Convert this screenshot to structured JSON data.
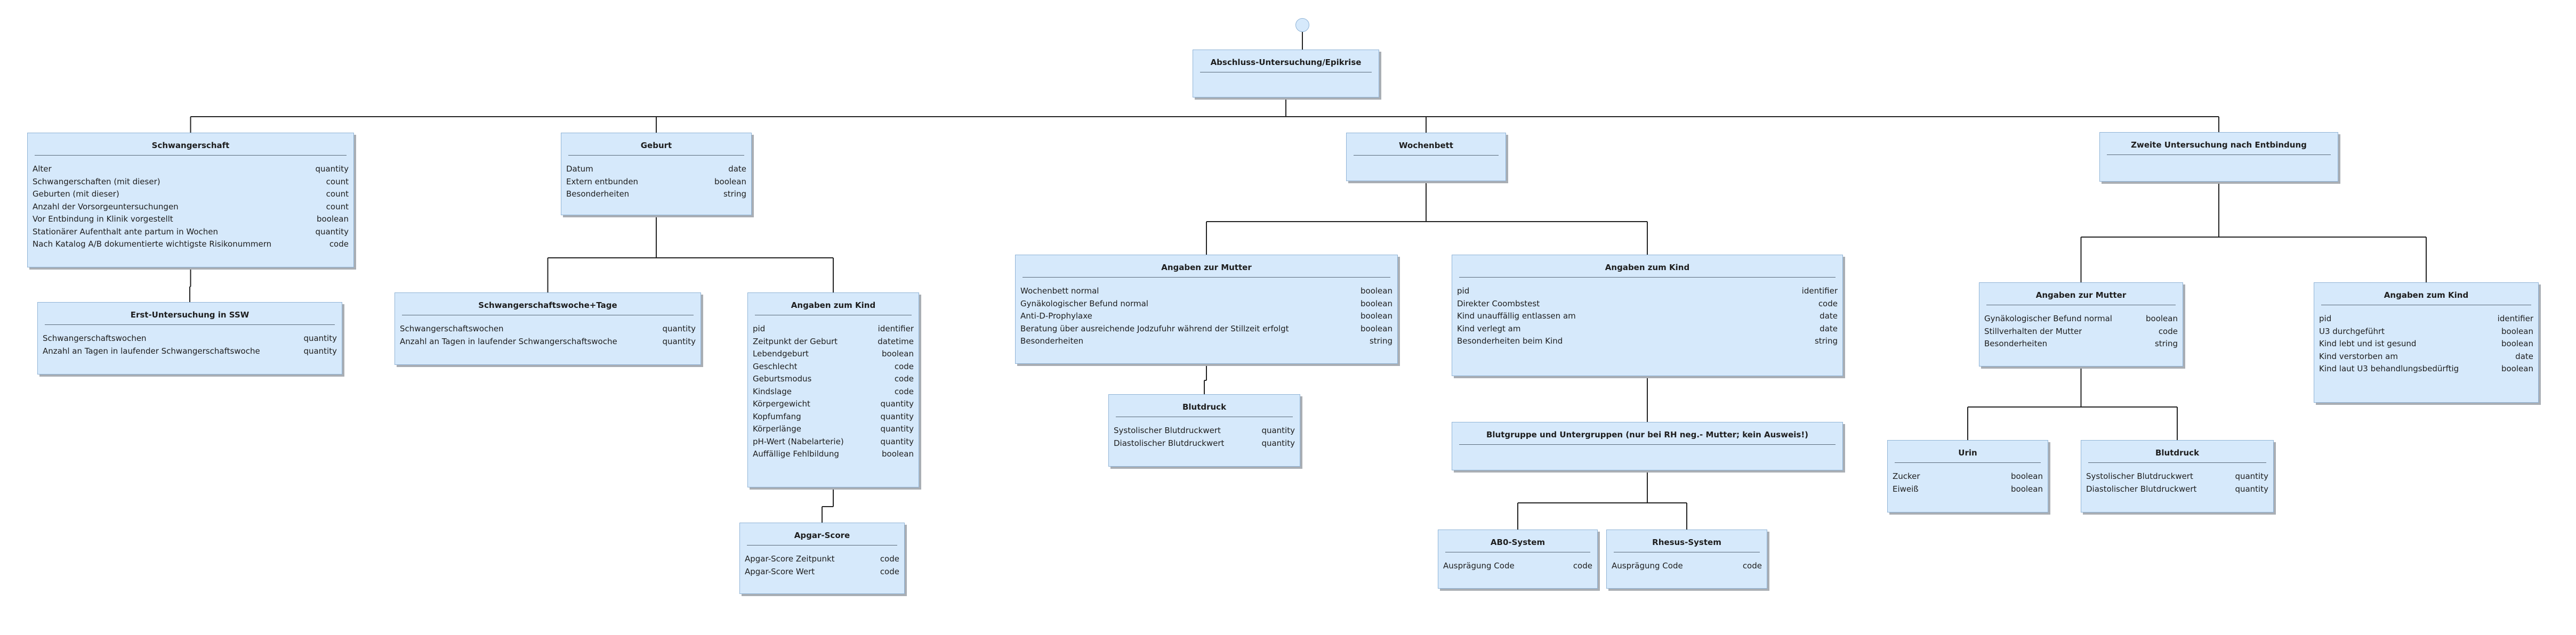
{
  "diagram": {
    "nodes": [
      {
        "id": "root",
        "title": "Abschluss-Untersuchung/Epikrise",
        "rows": []
      },
      {
        "id": "schwangerschaft",
        "title": "Schwangerschaft",
        "rows": [
          {
            "label": "Alter",
            "type": "quantity"
          },
          {
            "label": "Schwangerschaften (mit dieser)",
            "type": "count"
          },
          {
            "label": "Geburten (mit dieser)",
            "type": "count"
          },
          {
            "label": "Anzahl der Vorsorgeuntersuchungen",
            "type": "count"
          },
          {
            "label": "Vor Entbindung in Klinik vorgestellt",
            "type": "boolean"
          },
          {
            "label": "Stationärer Aufenthalt ante partum in Wochen",
            "type": "quantity"
          },
          {
            "label": "Nach Katalog A/B dokumentierte wichtigste Risikonummern",
            "type": "code"
          }
        ]
      },
      {
        "id": "erst",
        "title": "Erst-Untersuchung in SSW",
        "rows": [
          {
            "label": "Schwangerschaftswochen",
            "type": "quantity"
          },
          {
            "label": "Anzahl an Tagen in laufender Schwangerschaftswoche",
            "type": "quantity"
          }
        ]
      },
      {
        "id": "geburt",
        "title": "Geburt",
        "rows": [
          {
            "label": "Datum",
            "type": "date"
          },
          {
            "label": "Extern entbunden",
            "type": "boolean"
          },
          {
            "label": "Besonderheiten",
            "type": "string"
          }
        ]
      },
      {
        "id": "sswtage",
        "title": "Schwangerschaftswoche+Tage",
        "rows": [
          {
            "label": "Schwangerschaftswochen",
            "type": "quantity"
          },
          {
            "label": "Anzahl an Tagen in laufender Schwangerschaftswoche",
            "type": "quantity"
          }
        ]
      },
      {
        "id": "kind_geburt",
        "title": "Angaben zum Kind",
        "rows": [
          {
            "label": "pid",
            "type": "identifier"
          },
          {
            "label": "Zeitpunkt der Geburt",
            "type": "datetime"
          },
          {
            "label": "Lebendgeburt",
            "type": "boolean"
          },
          {
            "label": "Geschlecht",
            "type": "code"
          },
          {
            "label": "Geburtsmodus",
            "type": "code"
          },
          {
            "label": "Kindslage",
            "type": "code"
          },
          {
            "label": "Körpergewicht",
            "type": "quantity"
          },
          {
            "label": "Kopfumfang",
            "type": "quantity"
          },
          {
            "label": "Körperlänge",
            "type": "quantity"
          },
          {
            "label": "pH-Wert (Nabelarterie)",
            "type": "quantity"
          },
          {
            "label": "Auffällige Fehlbildung",
            "type": "boolean"
          }
        ]
      },
      {
        "id": "apgar",
        "title": "Apgar-Score",
        "rows": [
          {
            "label": "Apgar-Score Zeitpunkt",
            "type": "code"
          },
          {
            "label": "Apgar-Score Wert",
            "type": "code"
          }
        ]
      },
      {
        "id": "wochenbett",
        "title": "Wochenbett",
        "rows": []
      },
      {
        "id": "mutter_wb",
        "title": "Angaben zur Mutter",
        "rows": [
          {
            "label": "Wochenbett normal",
            "type": "boolean"
          },
          {
            "label": "Gynäkologischer Befund normal",
            "type": "boolean"
          },
          {
            "label": "Anti-D-Prophylaxe",
            "type": "boolean"
          },
          {
            "label": "Beratung über ausreichende Jodzufuhr während der Stillzeit erfolgt",
            "type": "boolean"
          },
          {
            "label": "Besonderheiten",
            "type": "string"
          }
        ]
      },
      {
        "id": "blutdruck_wb",
        "title": "Blutdruck",
        "rows": [
          {
            "label": "Systolischer Blutdruckwert",
            "type": "quantity"
          },
          {
            "label": "Diastolischer Blutdruckwert",
            "type": "quantity"
          }
        ]
      },
      {
        "id": "kind_wb",
        "title": "Angaben zum Kind",
        "rows": [
          {
            "label": "pid",
            "type": "identifier"
          },
          {
            "label": "Direkter Coombstest",
            "type": "code"
          },
          {
            "label": "Kind unauffällig entlassen am",
            "type": "date"
          },
          {
            "label": "Kind verlegt am",
            "type": "date"
          },
          {
            "label": "Besonderheiten beim Kind",
            "type": "string"
          }
        ]
      },
      {
        "id": "blutgruppe",
        "title": "Blutgruppe und Untergruppen (nur bei RH neg.- Mutter; kein Ausweis!)",
        "rows": []
      },
      {
        "id": "abo",
        "title": "AB0-System",
        "rows": [
          {
            "label": "Ausprägung Code",
            "type": "code"
          }
        ]
      },
      {
        "id": "rhesus",
        "title": "Rhesus-System",
        "rows": [
          {
            "label": "Ausprägung Code",
            "type": "code"
          }
        ]
      },
      {
        "id": "zweite",
        "title": "Zweite Untersuchung nach Entbindung",
        "rows": []
      },
      {
        "id": "mutter_zw",
        "title": "Angaben zur Mutter",
        "rows": [
          {
            "label": "Gynäkologischer Befund normal",
            "type": "boolean"
          },
          {
            "label": "Stillverhalten der Mutter",
            "type": "code"
          },
          {
            "label": "Besonderheiten",
            "type": "string"
          }
        ]
      },
      {
        "id": "urin",
        "title": "Urin",
        "rows": [
          {
            "label": "Zucker",
            "type": "boolean"
          },
          {
            "label": "Eiweiß",
            "type": "boolean"
          }
        ]
      },
      {
        "id": "blutdruck_zw",
        "title": "Blutdruck",
        "rows": [
          {
            "label": "Systolischer Blutdruckwert",
            "type": "quantity"
          },
          {
            "label": "Diastolischer Blutdruckwert",
            "type": "quantity"
          }
        ]
      },
      {
        "id": "kind_zw",
        "title": "Angaben zum Kind",
        "rows": [
          {
            "label": "pid",
            "type": "identifier"
          },
          {
            "label": "U3 durchgeführt",
            "type": "boolean"
          },
          {
            "label": "Kind lebt und ist gesund",
            "type": "boolean"
          },
          {
            "label": "Kind verstorben am",
            "type": "date"
          },
          {
            "label": "Kind laut U3 behandlungsbedürftig",
            "type": "boolean"
          }
        ]
      }
    ],
    "edges": [
      [
        "root",
        "schwangerschaft"
      ],
      [
        "root",
        "geburt"
      ],
      [
        "root",
        "wochenbett"
      ],
      [
        "root",
        "zweite"
      ],
      [
        "schwangerschaft",
        "erst"
      ],
      [
        "geburt",
        "sswtage"
      ],
      [
        "geburt",
        "kind_geburt"
      ],
      [
        "kind_geburt",
        "apgar"
      ],
      [
        "wochenbett",
        "mutter_wb"
      ],
      [
        "wochenbett",
        "kind_wb"
      ],
      [
        "mutter_wb",
        "blutdruck_wb"
      ],
      [
        "kind_wb",
        "blutgruppe"
      ],
      [
        "blutgruppe",
        "abo"
      ],
      [
        "blutgruppe",
        "rhesus"
      ],
      [
        "zweite",
        "mutter_zw"
      ],
      [
        "zweite",
        "kind_zw"
      ],
      [
        "mutter_zw",
        "urin"
      ],
      [
        "mutter_zw",
        "blutdruck_zw"
      ]
    ]
  }
}
